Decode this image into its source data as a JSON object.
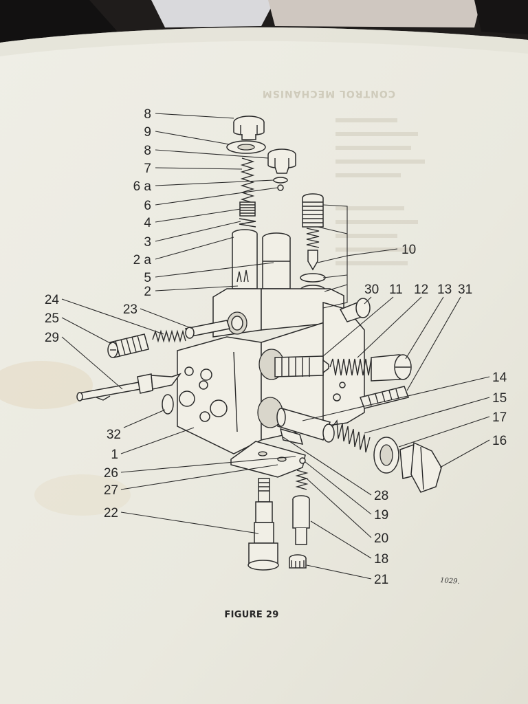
{
  "page": {
    "caption": "FIGURE 29",
    "drawing_number": "1029.",
    "heading_show_through": "CONTROL MECHANISM",
    "colors": {
      "paper": "#ecebe2",
      "background": "#2a2624",
      "ink": "#262626",
      "stain": "#e6dcc3"
    }
  },
  "callouts_left": [
    {
      "label": "8"
    },
    {
      "label": "9"
    },
    {
      "label": "8"
    },
    {
      "label": "7"
    },
    {
      "label": "6 a"
    },
    {
      "label": "6"
    },
    {
      "label": "4"
    },
    {
      "label": "3"
    },
    {
      "label": "2 a"
    },
    {
      "label": "5"
    },
    {
      "label": "2"
    },
    {
      "label": "24"
    },
    {
      "label": "23"
    },
    {
      "label": "25"
    },
    {
      "label": "29"
    },
    {
      "label": "32"
    },
    {
      "label": "1"
    },
    {
      "label": "26"
    },
    {
      "label": "27"
    },
    {
      "label": "22"
    }
  ],
  "callouts_right": [
    {
      "label": "10"
    },
    {
      "label": "30"
    },
    {
      "label": "11"
    },
    {
      "label": "12"
    },
    {
      "label": "13"
    },
    {
      "label": "31"
    },
    {
      "label": "14"
    },
    {
      "label": "15"
    },
    {
      "label": "17"
    },
    {
      "label": "16"
    },
    {
      "label": "28"
    },
    {
      "label": "19"
    },
    {
      "label": "20"
    },
    {
      "label": "18"
    },
    {
      "label": "21"
    }
  ]
}
